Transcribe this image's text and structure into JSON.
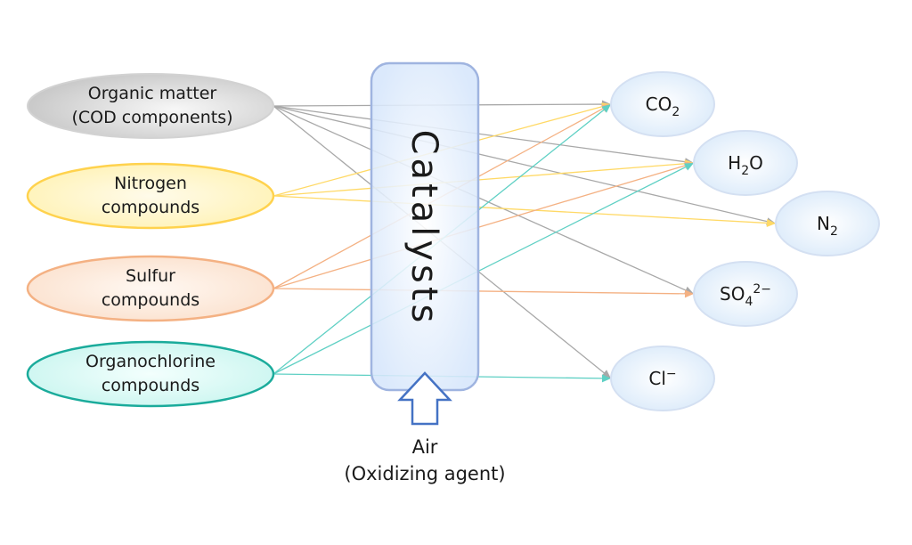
{
  "catalyst": {
    "label": "Catalysts"
  },
  "oxidizer": {
    "line1": "Air",
    "line2": "(Oxidizing agent)"
  },
  "sources": [
    {
      "id": "organic",
      "line1": "Organic matter",
      "line2": "(COD components)",
      "stroke": "#c8c8c8",
      "fill_inner": "#f7f7f7",
      "fill_outer": "#c9c9c9",
      "line_color": "#a8a8a8"
    },
    {
      "id": "nitrogen",
      "line1": "Nitrogen",
      "line2": "compounds",
      "stroke": "#ffd24d",
      "fill_inner": "#fffbea",
      "fill_outer": "#fff2b3",
      "line_color": "#ffd966"
    },
    {
      "id": "sulfur",
      "line1": "Sulfur",
      "line2": "compounds",
      "stroke": "#f4b183",
      "fill_inner": "#fff8f2",
      "fill_outer": "#fbe0cc",
      "line_color": "#f4b183"
    },
    {
      "id": "organochlorine",
      "line1": "Organochlorine",
      "line2": "compounds",
      "stroke": "#1aab9b",
      "fill_inner": "#f3fffd",
      "fill_outer": "#c8f5ef",
      "line_color": "#5fd0c4"
    }
  ],
  "products": [
    {
      "id": "co2",
      "base": "CO",
      "sub": "2",
      "sup": ""
    },
    {
      "id": "h2o",
      "base": "H",
      "sub": "2",
      "tail": "O",
      "sup": ""
    },
    {
      "id": "n2",
      "base": "N",
      "sub": "2",
      "sup": ""
    },
    {
      "id": "so4",
      "base": "SO",
      "sub": "4",
      "sup": "2−"
    },
    {
      "id": "cl",
      "base": "Cl",
      "sub": "",
      "sup": "−"
    }
  ],
  "connections": [
    {
      "from": "organic",
      "to": [
        "co2",
        "h2o",
        "n2",
        "so4",
        "cl"
      ]
    },
    {
      "from": "nitrogen",
      "to": [
        "co2",
        "h2o",
        "n2"
      ]
    },
    {
      "from": "sulfur",
      "to": [
        "co2",
        "h2o",
        "so4"
      ]
    },
    {
      "from": "organochlorine",
      "to": [
        "co2",
        "h2o",
        "cl"
      ]
    }
  ],
  "colors": {
    "catalyst_stroke": "#9fb4e0",
    "catalyst_fill_center": "#ffffff",
    "catalyst_fill_edge": "#d6e6fb",
    "product_stroke": "#d4e0f2",
    "product_fill_center": "#ffffff",
    "product_fill_edge": "#dcebfa",
    "arrow_stroke": "#4472c4"
  }
}
